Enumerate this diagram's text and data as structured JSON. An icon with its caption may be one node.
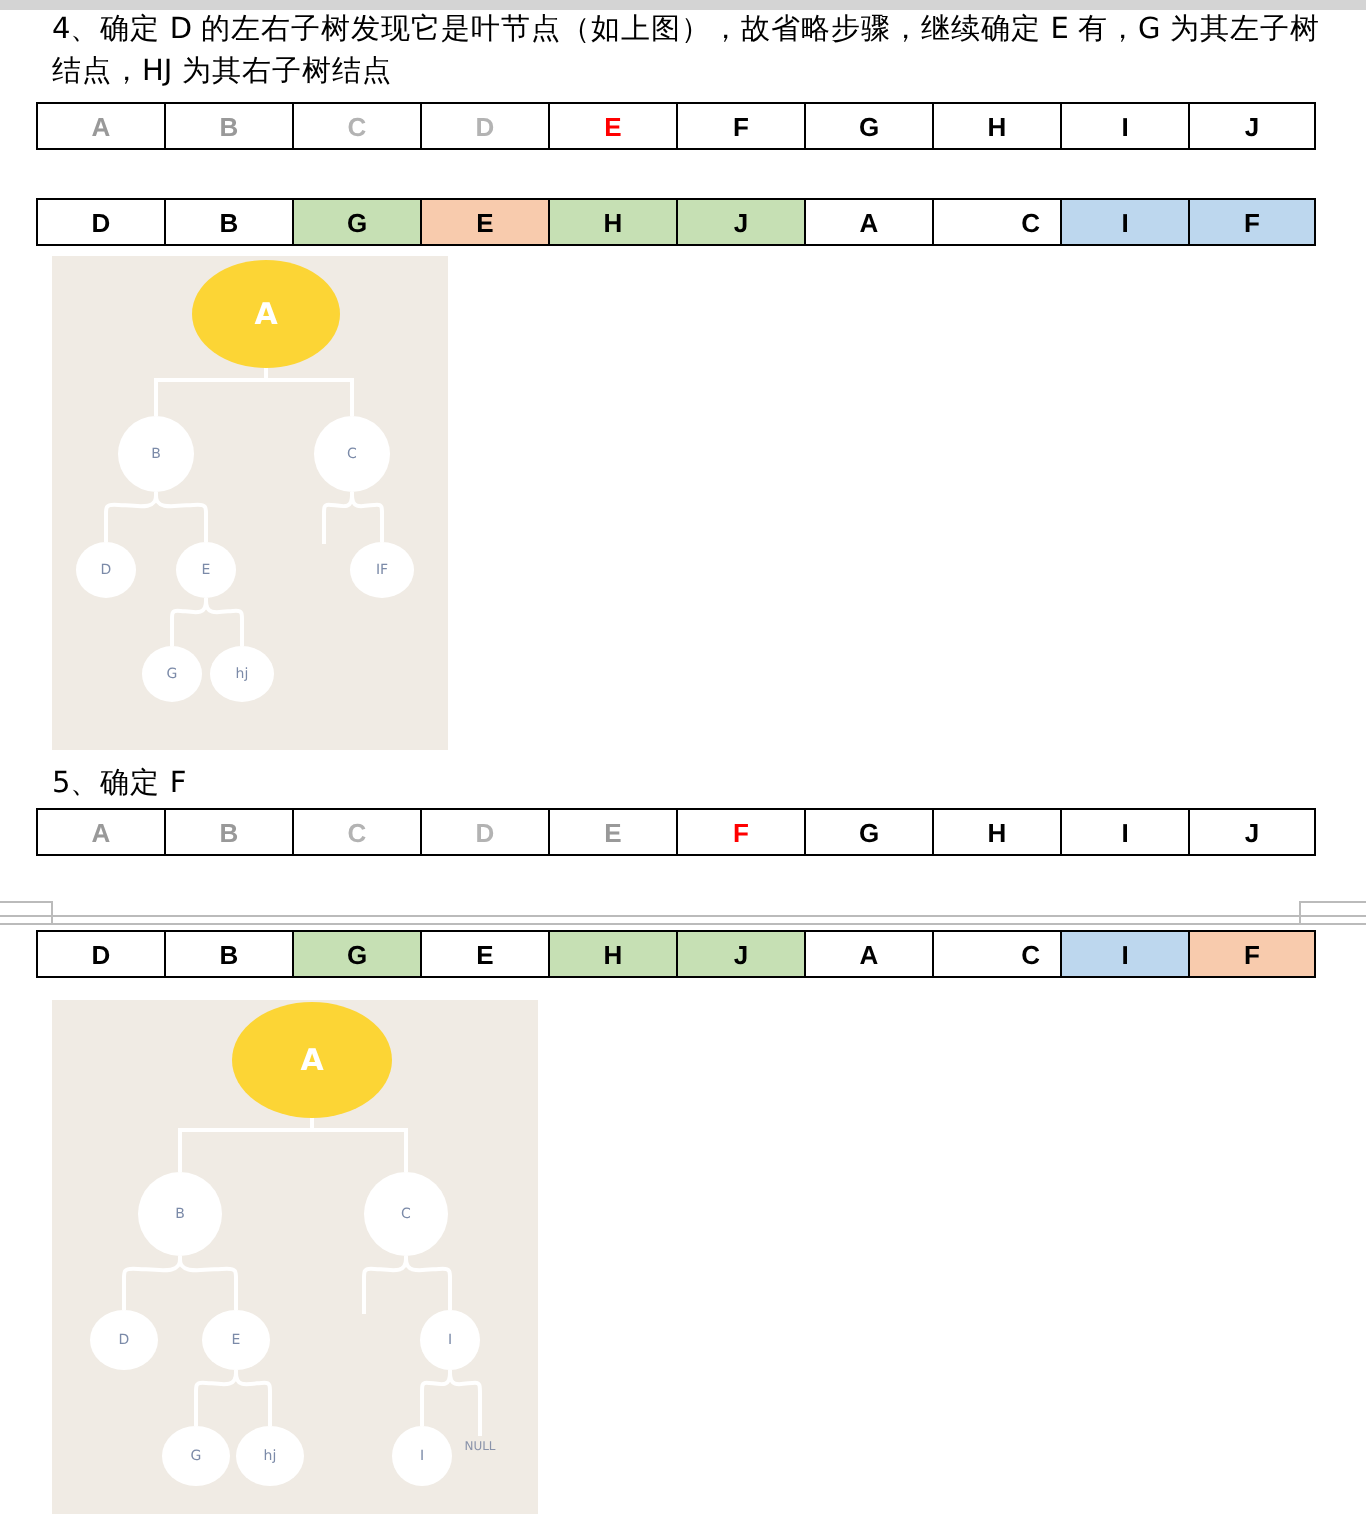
{
  "diagram": {
    "nodes": [
      {
        "text": [
          "A"
        ]
      },
      {
        "text": [
          "B"
        ]
      },
      {
        "text": [
          "C"
        ]
      },
      {
        "text": [
          "D"
        ]
      },
      {
        "text": [
          "E"
        ]
      },
      {
        "text": [
          "IF"
        ]
      },
      {
        "text": [
          "G"
        ]
      },
      {
        "text": [
          "hj"
        ]
      },
      {
        "text": [
          "A"
        ]
      },
      {
        "text": [
          "B"
        ]
      },
      {
        "text": [
          "C"
        ]
      },
      {
        "text": [
          "D"
        ]
      },
      {
        "text": [
          "E"
        ]
      },
      {
        "text": [
          "I"
        ]
      },
      {
        "text": [
          "G"
        ]
      },
      {
        "text": [
          "hj"
        ]
      },
      {
        "text": [
          "I"
        ]
      },
      {
        "text": [
          "NULL"
        ]
      }
    ],
    "edges": [
      {
        "from": 0,
        "to": 1,
        "arrow": "none"
      },
      {
        "from": 0,
        "to": 2,
        "arrow": "none"
      },
      {
        "from": 1,
        "to": 3,
        "arrow": "none"
      },
      {
        "from": 1,
        "to": 4,
        "arrow": "none"
      },
      {
        "from": 2,
        "to": null,
        "arrow": "none"
      },
      {
        "from": 2,
        "to": 5,
        "arrow": "none"
      },
      {
        "from": 4,
        "to": 6,
        "arrow": "none"
      },
      {
        "from": 4,
        "to": 7,
        "arrow": "none"
      },
      {
        "from": 8,
        "to": 9,
        "arrow": "none"
      },
      {
        "from": 8,
        "to": 10,
        "arrow": "none"
      },
      {
        "from": 9,
        "to": 11,
        "arrow": "none"
      },
      {
        "from": 9,
        "to": 12,
        "arrow": "none"
      },
      {
        "from": 10,
        "to": null,
        "arrow": "none"
      },
      {
        "from": 10,
        "to": 13,
        "arrow": "none"
      },
      {
        "from": 12,
        "to": 14,
        "arrow": "none"
      },
      {
        "from": 12,
        "to": 15,
        "arrow": "none"
      },
      {
        "from": 13,
        "to": 16,
        "arrow": "none"
      },
      {
        "from": 13,
        "to": 17,
        "arrow": "none"
      }
    ],
    "labels": [
      "4、确定 D 的左右子树发现它是叶节点（如上图），故省略步骤，继续确定 E 有，G 为其左子树结点，HJ 为其右子树结点",
      "A",
      "B",
      "C",
      "D",
      "E",
      "F",
      "G",
      "H",
      "I",
      "J",
      "D",
      "B",
      "G",
      "E",
      "H",
      "J",
      "A",
      "C",
      "I",
      "F",
      "5、确定 F",
      "A",
      "B",
      "C",
      "D",
      "E",
      "F",
      "G",
      "H",
      "I",
      "J",
      "D",
      "B",
      "G",
      "E",
      "H",
      "J",
      "A",
      "C",
      "I",
      "F"
    ]
  }
}
